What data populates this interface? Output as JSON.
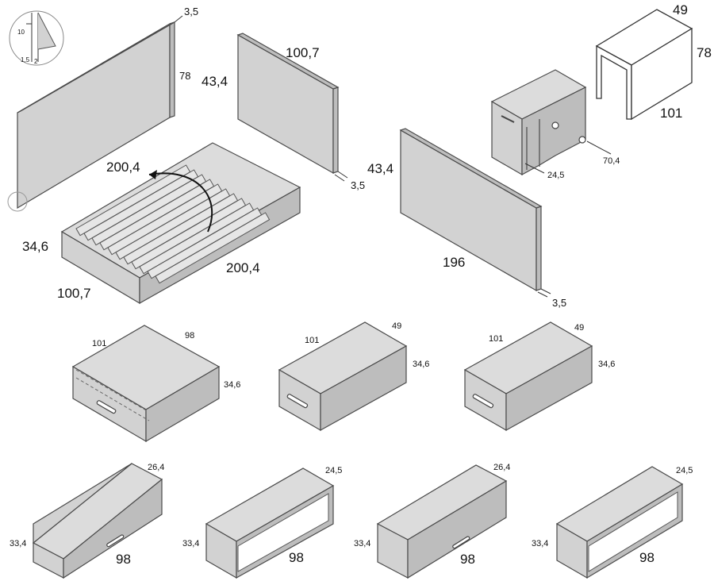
{
  "detail": {
    "thickness": "10",
    "edge_a": "1,5",
    "edge_b": "2"
  },
  "headboard": {
    "thickness": "3,5",
    "height": "78"
  },
  "side_panel": {
    "length": "100,7",
    "height": "43,4",
    "thickness": "3,5"
  },
  "bed": {
    "slat_length": "200,4",
    "height": "34,6",
    "width": "100,7",
    "length": "200,4"
  },
  "long_panel": {
    "height": "43,4",
    "length": "196",
    "thickness": "3,5"
  },
  "desk_table": {
    "depth": "49",
    "height": "78",
    "width": "101"
  },
  "desk_unit": {
    "width": "70,4",
    "depth": "24,5"
  },
  "drawer_large": {
    "width": "101",
    "depth": "98",
    "height": "34,6"
  },
  "drawer_mid": {
    "width": "101",
    "depth": "49",
    "height": "34,6"
  },
  "drawer_right": {
    "width": "101",
    "depth": "49",
    "height": "34,6"
  },
  "wall_units": [
    {
      "depth": "26,4",
      "height": "33,4",
      "width": "98"
    },
    {
      "depth": "24,5",
      "height": "33,4",
      "width": "98"
    },
    {
      "depth": "26,4",
      "height": "33,4",
      "width": "98"
    },
    {
      "depth": "24,5",
      "height": "33,4",
      "width": "98"
    }
  ]
}
